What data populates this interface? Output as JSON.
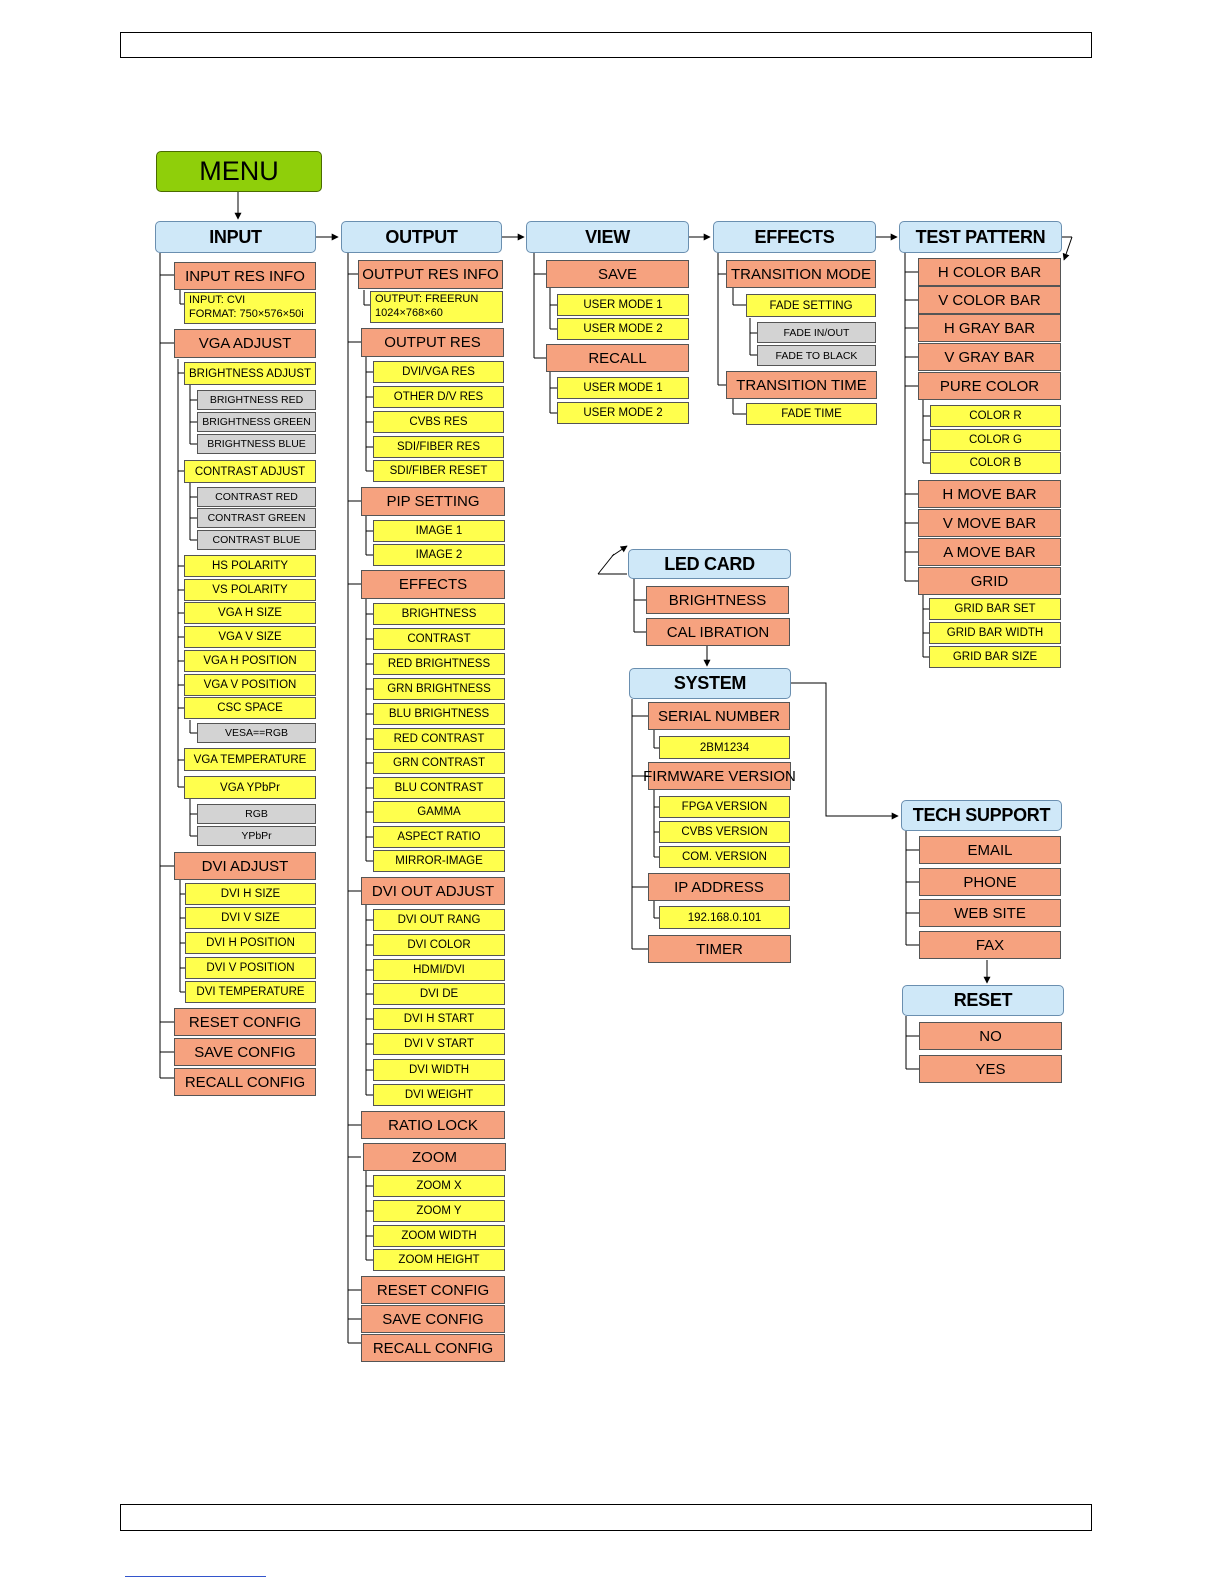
{
  "colors": {
    "menu": "#8fcf0a",
    "category": "#cfe8f8",
    "submenu": "#f6a27f",
    "item": "#ffff4d",
    "option": "#d3d3d3"
  },
  "menu": {
    "label": "MENU"
  },
  "input": {
    "title": "INPUT",
    "res_info": "INPUT RES INFO",
    "res_info_text": {
      "line1": "INPUT: CVI",
      "line2": "FORMAT: 750×576×50i"
    },
    "vga_adjust": "VGA ADJUST",
    "brightness_adjust": "BRIGHTNESS ADJUST",
    "brightness_red": "BRIGHTNESS RED",
    "brightness_green": "BRIGHTNESS GREEN",
    "brightness_blue": "BRIGHTNESS BLUE",
    "contrast_adjust": "CONTRAST ADJUST",
    "contrast_red": "CONTRAST RED",
    "contrast_green": "CONTRAST GREEN",
    "contrast_blue": "CONTRAST BLUE",
    "hs_polarity": "HS POLARITY",
    "vs_polarity": "VS POLARITY",
    "vga_h_size": "VGA H SIZE",
    "vga_v_size": "VGA V SIZE",
    "vga_h_position": "VGA H POSITION",
    "vga_v_position": "VGA V POSITION",
    "csc_space": "CSC SPACE",
    "vesa_rgb": "VESA==RGB",
    "vga_temperature": "VGA TEMPERATURE",
    "vga_ypbpr": "VGA YPbPr",
    "rgb": "RGB",
    "ypbpr": "YPbPr",
    "dvi_adjust": "DVI ADJUST",
    "dvi_h_size": "DVI H SIZE",
    "dvi_v_size": "DVI V SIZE",
    "dvi_h_position": "DVI H POSITION",
    "dvi_v_position": "DVI V POSITION",
    "dvi_temperature": "DVI TEMPERATURE",
    "reset_config": "RESET CONFIG",
    "save_config": "SAVE CONFIG",
    "recall_config": "RECALL CONFIG"
  },
  "output": {
    "title": "OUTPUT",
    "res_info": "OUTPUT RES INFO",
    "res_info_text": {
      "line1": "OUTPUT: FREERUN",
      "line2": "1024×768×60"
    },
    "output_res": "OUTPUT RES",
    "dvi_vga_res": "DVI/VGA RES",
    "other_dv_res": "OTHER D/V RES",
    "cvbs_res": "CVBS RES",
    "sdi_fiber_res": "SDI/FIBER RES",
    "sdi_fiber_reset": "SDI/FIBER RESET",
    "pip_setting": "PIP SETTING",
    "image1": "IMAGE 1",
    "image2": "IMAGE 2",
    "effects": "EFFECTS",
    "brightness": "BRIGHTNESS",
    "contrast": "CONTRAST",
    "red_brightness": "RED BRIGHTNESS",
    "grn_brightness": "GRN BRIGHTNESS",
    "blu_brightness": "BLU BRIGHTNESS",
    "red_contrast": "RED CONTRAST",
    "grn_contrast": "GRN CONTRAST",
    "blu_contrast": "BLU CONTRAST",
    "gamma": "GAMMA",
    "aspect_ratio": "ASPECT RATIO",
    "mirror_image": "MIRROR-IMAGE",
    "dvi_out_adjust": "DVI OUT ADJUST",
    "dvi_out_rang": "DVI OUT RANG",
    "dvi_color": "DVI COLOR",
    "hdmi_dvi": "HDMI/DVI",
    "dvi_de": "DVI DE",
    "dvi_h_start": "DVI H START",
    "dvi_v_start": "DVI V START",
    "dvi_width": "DVI WIDTH",
    "dvi_weight": "DVI WEIGHT",
    "ratio_lock": "RATIO LOCK",
    "zoom": "ZOOM",
    "zoom_x": "ZOOM X",
    "zoom_y": "ZOOM Y",
    "zoom_width": "ZOOM WIDTH",
    "zoom_height": "ZOOM HEIGHT",
    "reset_config": "RESET CONFIG",
    "save_config": "SAVE CONFIG",
    "recall_config": "RECALL CONFIG"
  },
  "view": {
    "title": "VIEW",
    "save": "SAVE",
    "save_user1": "USER MODE 1",
    "save_user2": "USER MODE 2",
    "recall": "RECALL",
    "recall_user1": "USER MODE 1",
    "recall_user2": "USER MODE 2"
  },
  "effects": {
    "title": "EFFECTS",
    "transition_mode": "TRANSITION MODE",
    "fade_setting": "FADE SETTING",
    "fade_in_out": "FADE IN/OUT",
    "fade_to_black": "FADE TO BLACK",
    "transition_time": "TRANSITION TIME",
    "fade_time": "FADE TIME"
  },
  "test_pattern": {
    "title": "TEST PATTERN",
    "h_color_bar": "H COLOR BAR",
    "v_color_bar": "V COLOR BAR",
    "h_gray_bar": "H GRAY BAR",
    "v_gray_bar": "V GRAY BAR",
    "pure_color": "PURE COLOR",
    "color_r": "COLOR R",
    "color_g": "COLOR G",
    "color_b": "COLOR B",
    "h_move_bar": "H MOVE BAR",
    "v_move_bar": "V MOVE BAR",
    "a_move_bar": "A MOVE BAR",
    "grid": "GRID",
    "grid_bar_set": "GRID BAR SET",
    "grid_bar_width": "GRID BAR WIDTH",
    "grid_bar_size": "GRID BAR SIZE"
  },
  "led_card": {
    "title": "LED CARD",
    "brightness": "BRIGHTNESS",
    "calibration": "CAL IBRATION"
  },
  "system": {
    "title": "SYSTEM",
    "serial_number": "SERIAL NUMBER",
    "serial_value": "2BM1234",
    "firmware_version": "FIRMWARE VERSION",
    "fpga_version": "FPGA VERSION",
    "cvbs_version": "CVBS VERSION",
    "com_version": "COM. VERSION",
    "ip_address": "IP ADDRESS",
    "ip_value": "192.168.0.101",
    "timer": "TIMER"
  },
  "tech_support": {
    "title": "TECH SUPPORT",
    "email": "EMAIL",
    "phone": "PHONE",
    "web_site": "WEB SITE",
    "fax": "FAX"
  },
  "reset": {
    "title": "RESET",
    "no": "NO",
    "yes": "YES"
  }
}
